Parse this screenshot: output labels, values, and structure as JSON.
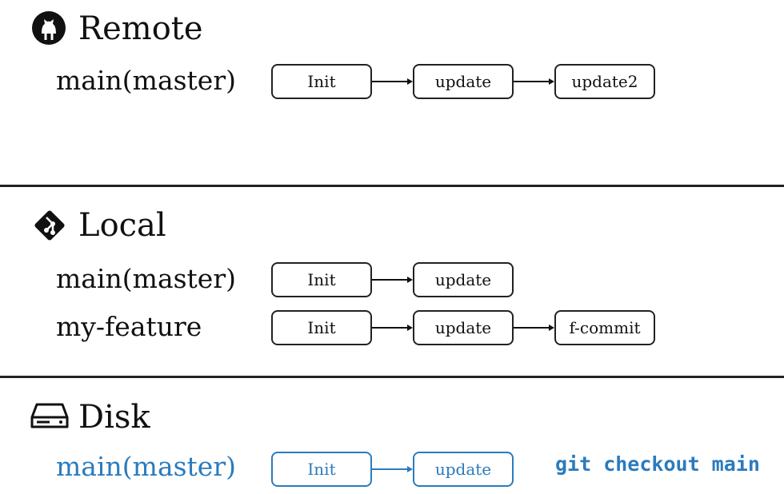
{
  "sections": {
    "remote": {
      "title": "Remote",
      "icon": "github-octocat-icon",
      "branches": [
        {
          "label": "main(master)",
          "commits": [
            "Init",
            "update",
            "update2"
          ]
        }
      ]
    },
    "local": {
      "title": "Local",
      "icon": "git-logo-icon",
      "branches": [
        {
          "label": "main(master)",
          "commits": [
            "Init",
            "update"
          ]
        },
        {
          "label": "my-feature",
          "commits": [
            "Init",
            "update",
            "f-commit"
          ]
        }
      ]
    },
    "disk": {
      "title": "Disk",
      "icon": "hard-drive-icon",
      "branches": [
        {
          "label": "main(master)",
          "commits": [
            "Init",
            "update"
          ]
        }
      ],
      "command": "git checkout main"
    }
  },
  "colors": {
    "text": "#111111",
    "accent": "#2b7bbd",
    "divider": "#222222"
  }
}
